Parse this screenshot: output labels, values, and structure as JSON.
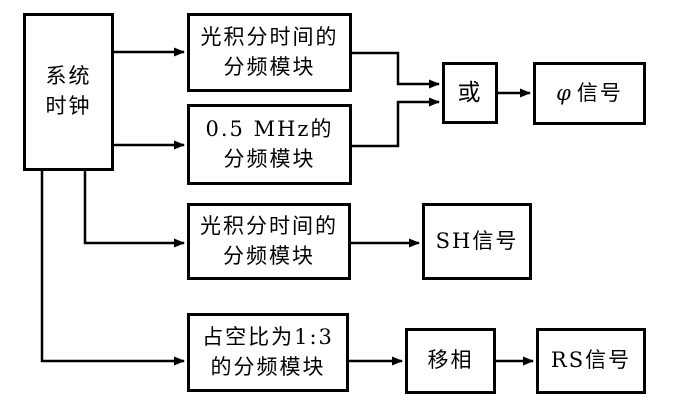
{
  "diagram": {
    "colors": {
      "background": "#ffffff",
      "line": "#000000",
      "text": "#000000"
    },
    "nodes": {
      "system_clock": {
        "label": "系统\n时钟"
      },
      "optical_divider_top": {
        "label": "光积分时间的\n分频模块"
      },
      "mhz_divider": {
        "label": "0.5 MHz的\n分频模块"
      },
      "or_gate": {
        "label": "或"
      },
      "phi_signal": {
        "symbol": "φ",
        "text": "信号"
      },
      "optical_divider_mid": {
        "label": "光积分时间的\n分频模块"
      },
      "sh_signal": {
        "label": "SH信号"
      },
      "duty_divider": {
        "label": "占空比为1:3\n的分频模块"
      },
      "phase_shift": {
        "label": "移相"
      },
      "rs_signal": {
        "label": "RS信号"
      }
    }
  }
}
